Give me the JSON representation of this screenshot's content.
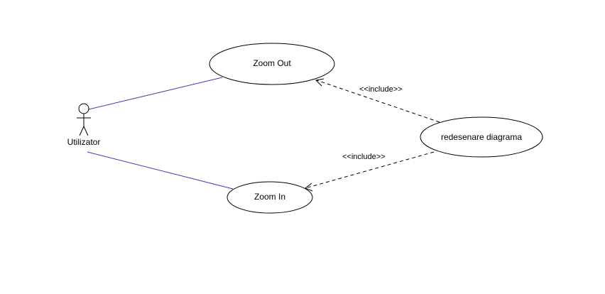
{
  "diagram": {
    "type": "use-case",
    "colors": {
      "association": "#3a3ab0",
      "outline": "#000000",
      "background": "#ffffff"
    },
    "actor": {
      "name": "Utilizator"
    },
    "use_cases": {
      "zoom_out": "Zoom Out",
      "zoom_in": "Zoom In",
      "redraw": "redesenare diagrama"
    },
    "associations": [
      {
        "from": "Utilizator",
        "to": "Zoom Out"
      },
      {
        "from": "Utilizator",
        "to": "Zoom In"
      }
    ],
    "includes": [
      {
        "from": "redesenare diagrama",
        "to": "Zoom Out",
        "stereotype": "<<include>>"
      },
      {
        "from": "redesenare diagrama",
        "to": "Zoom In",
        "stereotype": "<<include>>"
      }
    ],
    "stereotypes": {
      "to_zoom_out": "<<include>>",
      "to_zoom_in": "<<include>>"
    }
  }
}
